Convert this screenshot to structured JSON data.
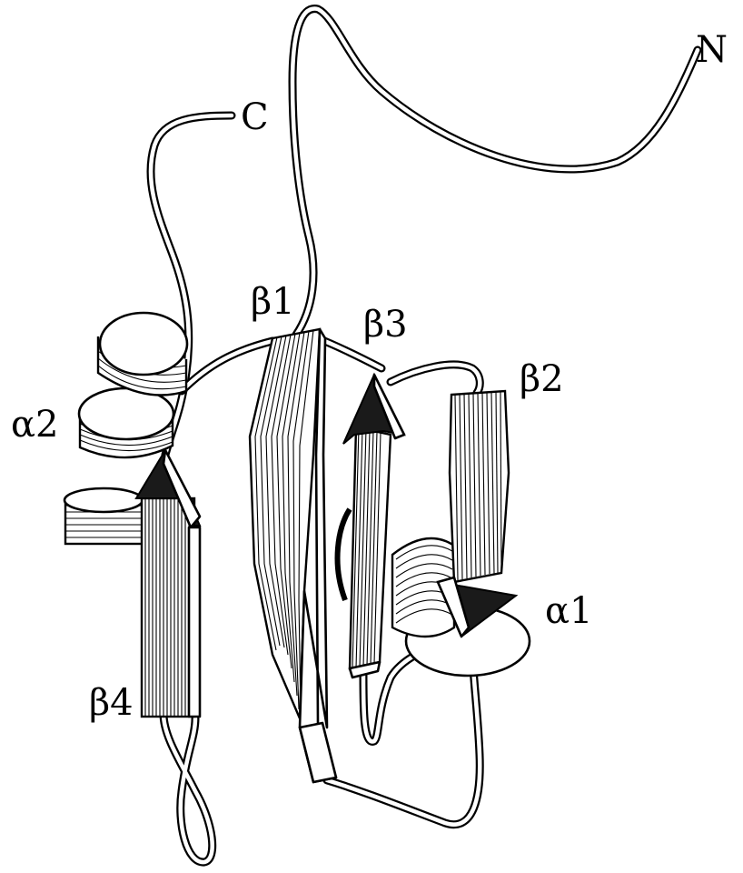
{
  "labels": {
    "n_terminus": "N",
    "c_terminus": "C",
    "beta1": "β1",
    "beta2": "β2",
    "beta3": "β3",
    "beta4": "β4",
    "alpha1": "α1",
    "alpha2": "α2"
  },
  "colors": {
    "ink": "#000000",
    "paper": "#ffffff"
  }
}
